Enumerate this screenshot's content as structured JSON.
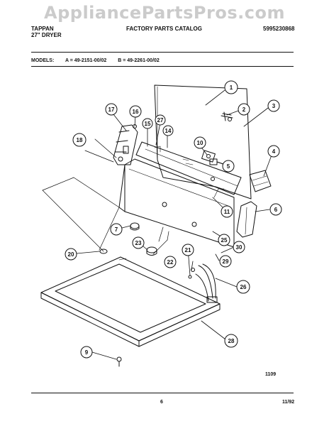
{
  "watermark": "AppliancePartsPros.com",
  "header": {
    "brand": "TAPPAN",
    "product": "27\" DRYER",
    "catalog_title": "FACTORY PARTS CATALOG",
    "part_number": "5995230868"
  },
  "models": {
    "label": "MODELS:",
    "a": "A = 49-2151-00/02",
    "b": "B = 49-2261-00/02"
  },
  "callouts": [
    "1",
    "2",
    "3",
    "4",
    "5",
    "6",
    "7",
    "9",
    "10",
    "11",
    "14",
    "15",
    "16",
    "17",
    "18",
    "20",
    "21",
    "22",
    "23",
    "25",
    "26",
    "27",
    "28",
    "29",
    "30"
  ],
  "footer": {
    "drawing_code": "1109",
    "page": "6",
    "date": "11/92"
  }
}
